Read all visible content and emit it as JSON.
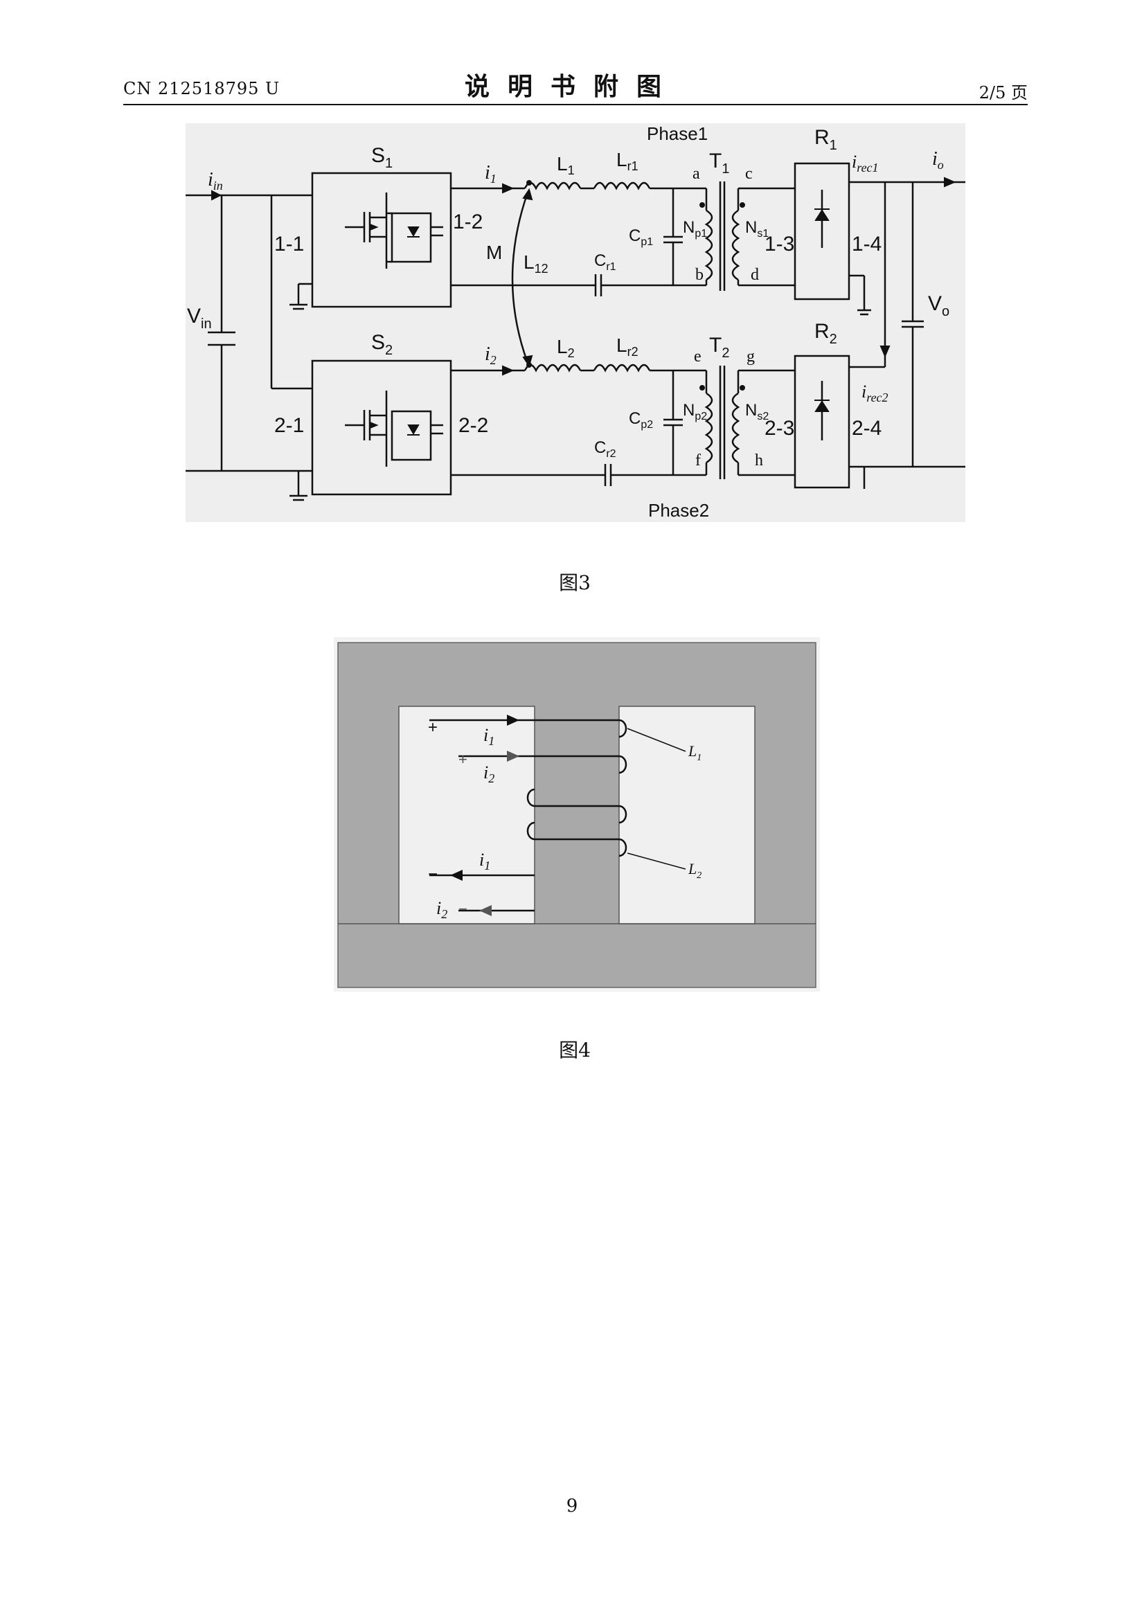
{
  "header": {
    "left": "CN 212518795 U",
    "title": "说明书附图",
    "right": "2/5 页"
  },
  "figure3": {
    "caption": "图3",
    "phase1": "Phase1",
    "phase2": "Phase2",
    "s1": "S",
    "s1_sub": "1",
    "s2": "S",
    "s2_sub": "2",
    "r1": "R",
    "r1_sub": "1",
    "r2": "R",
    "r2_sub": "2",
    "t1": "T",
    "t1_sub": "1",
    "t2": "T",
    "t2_sub": "2",
    "iin": "i",
    "iin_sub": "in",
    "i1": "i",
    "i1_sub": "1",
    "i2": "i",
    "i2_sub": "2",
    "io": "i",
    "io_sub": "o",
    "irec1": "i",
    "irec1_sub": "rec1",
    "irec2": "i",
    "irec2_sub": "rec2",
    "vin": "V",
    "vin_sub": "in",
    "vo": "V",
    "vo_sub": "o",
    "l1": "L",
    "l1_sub": "1",
    "l2": "L",
    "l2_sub": "2",
    "lr1": "L",
    "lr1_sub": "r1",
    "lr2": "L",
    "lr2_sub": "r2",
    "l12": "L",
    "l12_sub": "12",
    "m": "M",
    "cr1": "C",
    "cr1_sub": "r1",
    "cr2": "C",
    "cr2_sub": "r2",
    "cp1": "C",
    "cp1_sub": "p1",
    "cp2": "C",
    "cp2_sub": "p2",
    "np1": "N",
    "np1_sub": "p1",
    "np2": "N",
    "np2_sub": "p2",
    "ns1": "N",
    "ns1_sub": "s1",
    "ns2": "N",
    "ns2_sub": "s2",
    "node_a": "a",
    "node_b": "b",
    "node_c": "c",
    "node_d": "d",
    "node_e": "e",
    "node_f": "f",
    "node_g": "g",
    "node_h": "h",
    "n11": "1-1",
    "n12": "1-2",
    "n13": "1-3",
    "n14": "1-4",
    "n21": "2-1",
    "n22": "2-2",
    "n23": "2-3",
    "n24": "2-4"
  },
  "figure4": {
    "caption": "图4",
    "i1": "i",
    "i1_sub": "1",
    "i2": "i",
    "i2_sub": "2",
    "L1": "L",
    "L1_sub": "1",
    "L2": "L",
    "L2_sub": "2",
    "plus": "+",
    "minus": "−"
  },
  "footer": {
    "page": "9"
  }
}
